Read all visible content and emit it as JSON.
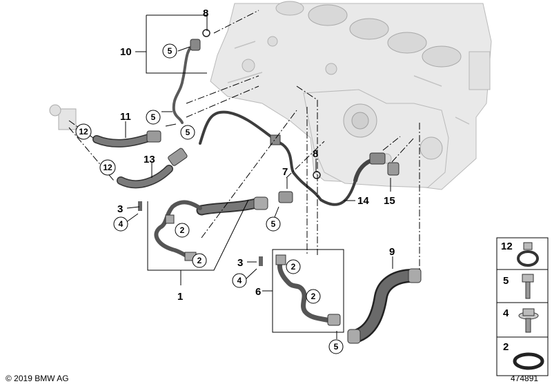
{
  "diagram": {
    "copyright": "© 2019 BMW AG",
    "image_number": "474891",
    "callouts": [
      {
        "id": "c1",
        "label": "1"
      },
      {
        "id": "c3a",
        "label": "3"
      },
      {
        "id": "c3b",
        "label": "3"
      },
      {
        "id": "c6",
        "label": "6"
      },
      {
        "id": "c7",
        "label": "7"
      },
      {
        "id": "c8a",
        "label": "8"
      },
      {
        "id": "c8b",
        "label": "8"
      },
      {
        "id": "c9",
        "label": "9"
      },
      {
        "id": "c10",
        "label": "10"
      },
      {
        "id": "c11",
        "label": "11"
      },
      {
        "id": "c13",
        "label": "13"
      },
      {
        "id": "c14",
        "label": "14"
      },
      {
        "id": "c15",
        "label": "15"
      }
    ],
    "circled": [
      {
        "id": "k5a",
        "label": "5"
      },
      {
        "id": "k5b",
        "label": "5"
      },
      {
        "id": "k5c",
        "label": "5"
      },
      {
        "id": "k5d",
        "label": "5"
      },
      {
        "id": "k5e",
        "label": "5"
      },
      {
        "id": "k12a",
        "label": "12"
      },
      {
        "id": "k12b",
        "label": "12"
      },
      {
        "id": "k2a",
        "label": "2"
      },
      {
        "id": "k2b",
        "label": "2"
      },
      {
        "id": "k2c",
        "label": "2"
      },
      {
        "id": "k2d",
        "label": "2"
      },
      {
        "id": "k4a",
        "label": "4"
      },
      {
        "id": "k4b",
        "label": "4"
      }
    ],
    "legend": [
      {
        "label": "12",
        "icon": "hose-clamp-icon"
      },
      {
        "label": "5",
        "icon": "torx-bolt-icon"
      },
      {
        "label": "4",
        "icon": "collar-bolt-icon"
      },
      {
        "label": "2",
        "icon": "o-ring-icon"
      }
    ]
  }
}
